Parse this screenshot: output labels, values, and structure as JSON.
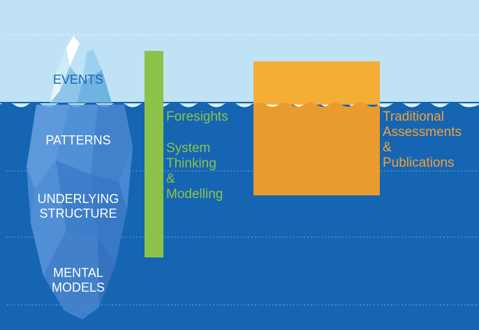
{
  "iceberg_levels": {
    "events": "EVENTS",
    "patterns": "PATTERNS",
    "underlying_structure": [
      "UNDERLYING",
      "STRUCTURE"
    ],
    "mental_models": [
      "MENTAL",
      "MODELS"
    ]
  },
  "green_bar_labels": {
    "foresights": "Foresights",
    "system_thinking": [
      "System",
      "Thinking",
      "&",
      "Modelling"
    ]
  },
  "orange_box_labels": [
    "Traditional",
    "Assessments",
    "&",
    "Publications"
  ],
  "colors": {
    "sky": "#bfe3f5",
    "sea": "#1565b2",
    "sea_deep": "#0f5aa6",
    "green_bar": "#8bc34a",
    "orange_box": "#f2a23a",
    "ice_light": "#e6f6fd",
    "ice_dark": "#5d95d6"
  }
}
